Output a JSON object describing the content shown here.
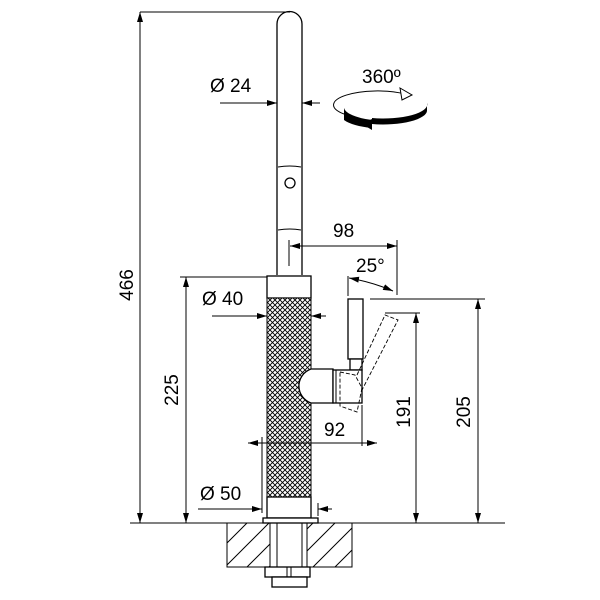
{
  "drawing": {
    "title": "Faucet dimension drawing",
    "dimensions": {
      "total_height": "466",
      "spout_diameter": "Ø 24",
      "rotation": "360º",
      "reach_top": "98",
      "lever_angle": "25°",
      "body_diameter": "Ø 40",
      "body_height": "225",
      "lever_reach": "92",
      "lever_height_191": "191",
      "lever_height_205": "205",
      "base_diameter": "Ø 50"
    },
    "colors": {
      "line": "#000000",
      "background": "#ffffff"
    }
  }
}
